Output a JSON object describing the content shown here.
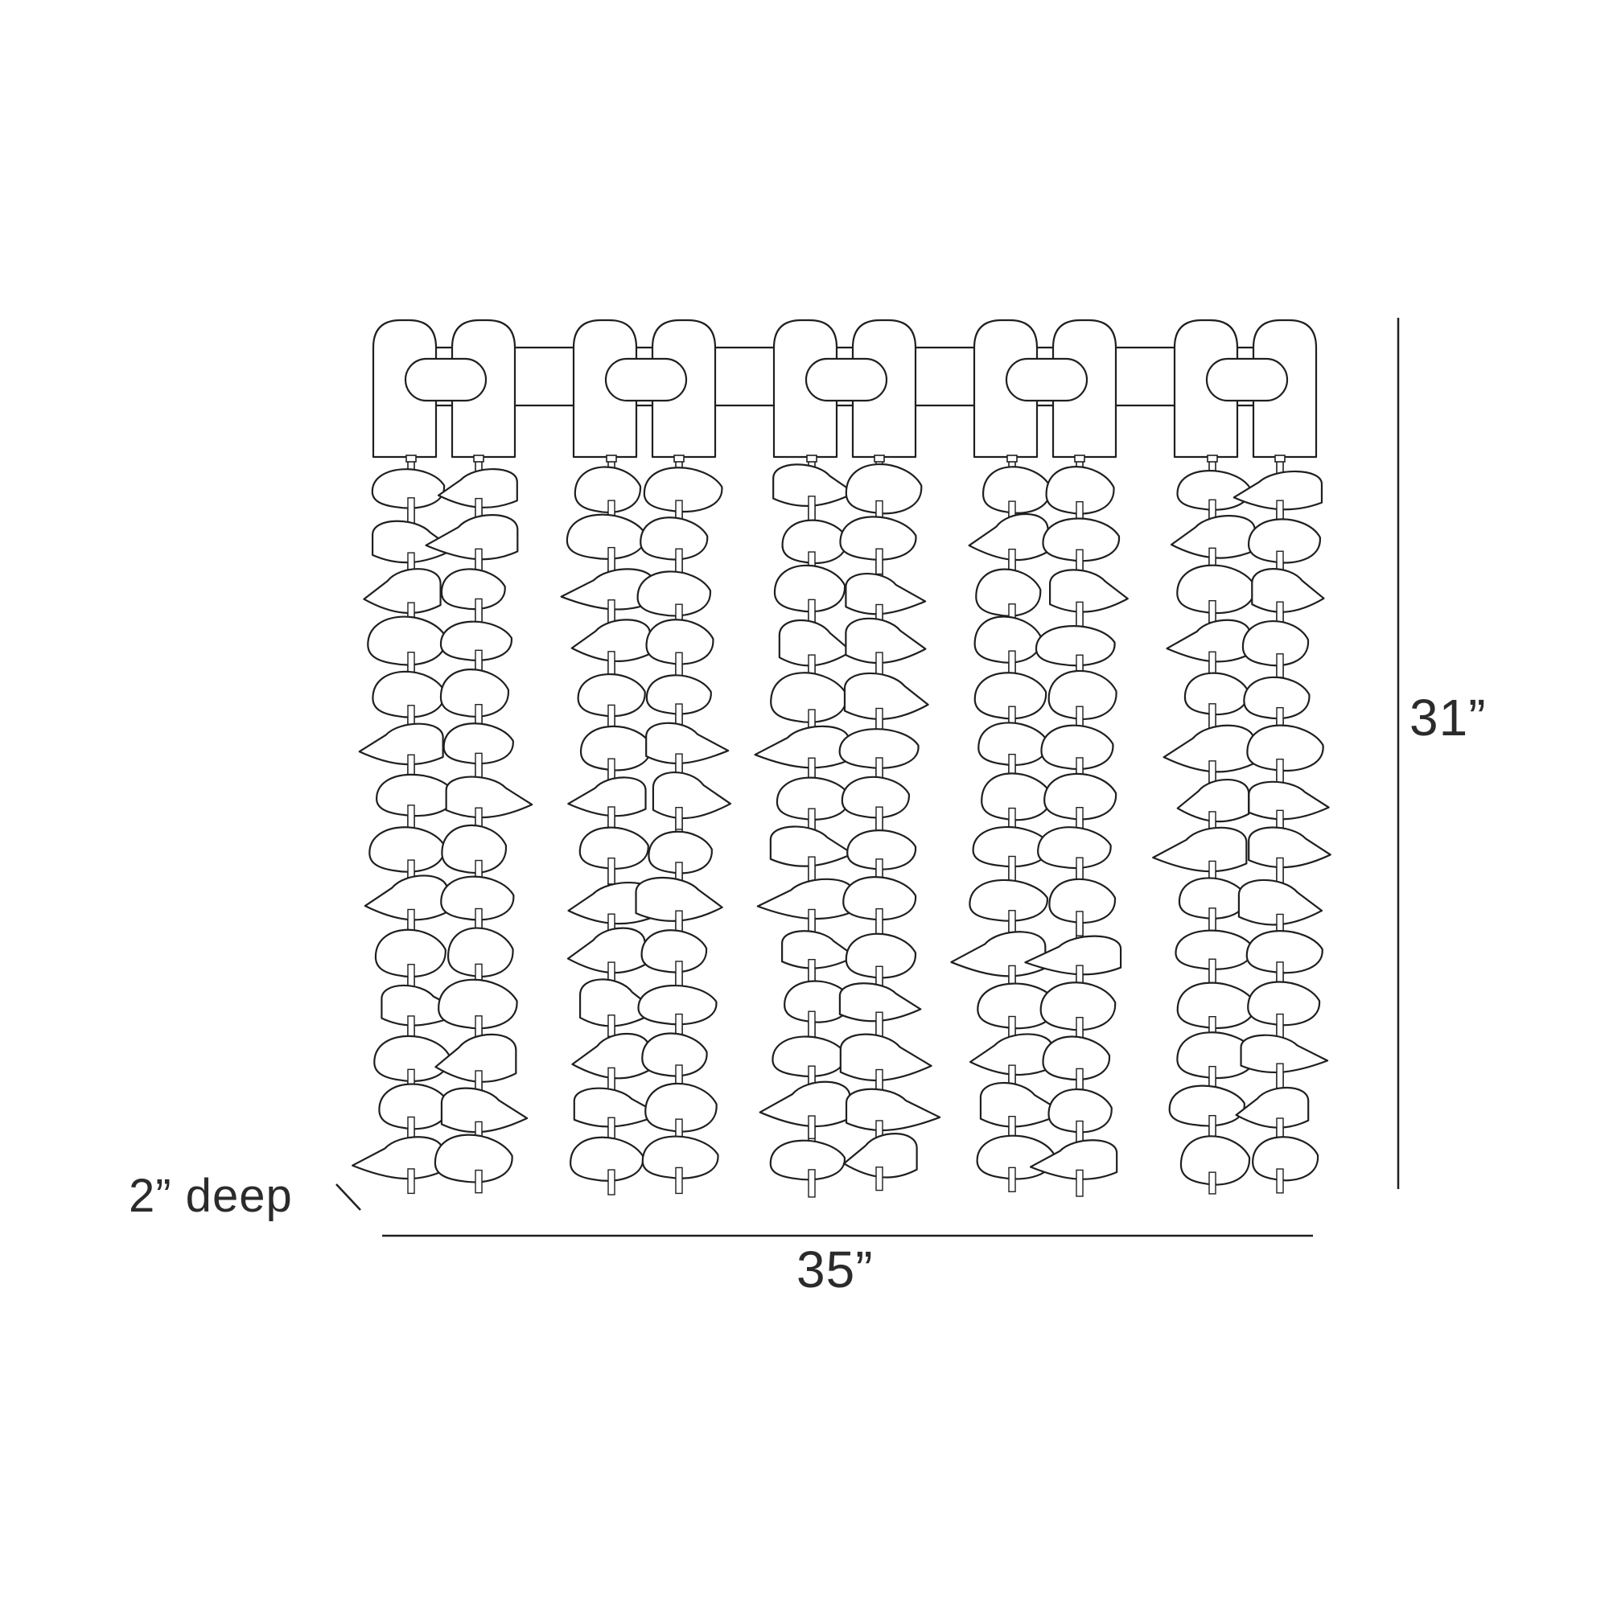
{
  "dimensions": {
    "height_label": "31”",
    "width_label": "35”",
    "depth_label": "2” deep"
  },
  "colors": {
    "stroke": "#1f1f1f",
    "fill": "#ffffff",
    "text": "#2b2b2b"
  },
  "product": {
    "hanger_pairs": 5,
    "strands": 10,
    "pieces_per_strand": 14
  }
}
